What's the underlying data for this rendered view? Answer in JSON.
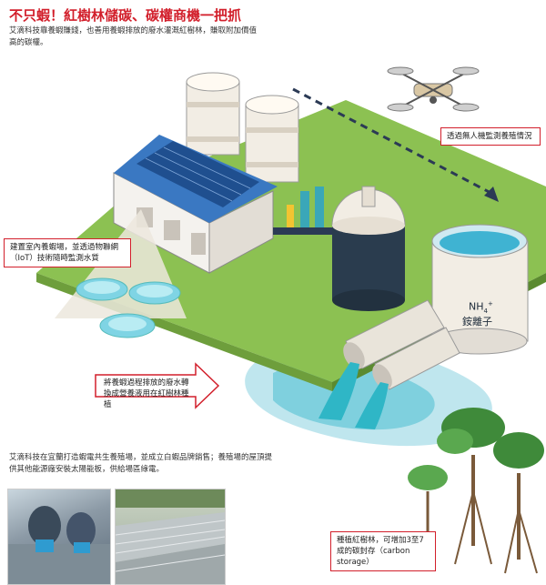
{
  "title": "不只蝦！紅樹林儲碳、碳權商機一把抓",
  "intro": "艾滴科技靠養蝦賺錢，也善用養蝦排放的廢水灌溉紅樹林，賺取附加價值高的碳權。",
  "callouts": {
    "drone": "透過無人機監測養殖情況",
    "indoor": "建置室內養蝦場，並透過物聯網（IoT）技術隨時監測水質",
    "wastewater": "將養蝦過程排放的廢水轉換成營養液用在紅樹林種植",
    "mangrove": "種植紅樹林，可增加3至7成的碳封存（carbon storage）"
  },
  "ion": {
    "formula_base": "NH",
    "formula_sub": "4",
    "formula_sup": "+",
    "label": "銨離子"
  },
  "bottom_text": "艾滴科技在宜蘭打造蝦電共生養殖場，並成立白蝦品牌銷售；養殖場的屋頂提供其他能源廠安裝太陽能板，供給場區綠電。",
  "colors": {
    "title": "#d21f2b",
    "grass": "#8cc152",
    "water": "#2fb6c6",
    "panel": "#1f4f8f"
  }
}
